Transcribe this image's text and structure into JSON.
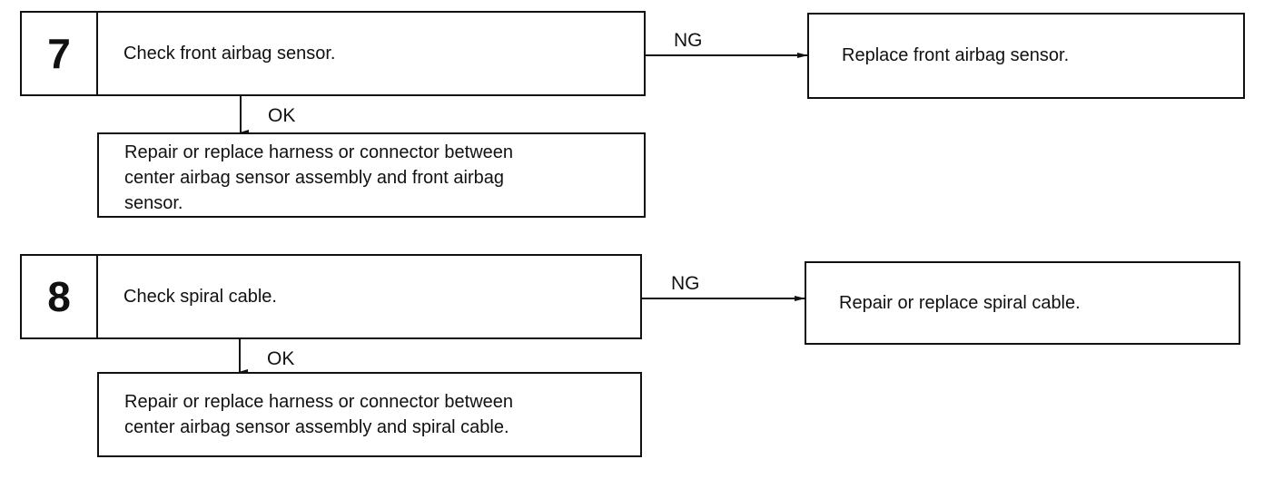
{
  "steps": [
    {
      "number": "7",
      "check": "Check front airbag sensor.",
      "ng_label": "NG",
      "ng_action": "Replace front airbag sensor.",
      "ok_label": "OK",
      "ok_action_lines": [
        "Repair or replace harness or connector between",
        "center airbag sensor assembly and front airbag",
        "sensor."
      ]
    },
    {
      "number": "8",
      "check": "Check spiral cable.",
      "ng_label": "NG",
      "ng_action": "Repair or replace spiral cable.",
      "ok_label": "OK",
      "ok_action_lines": [
        "Repair or replace harness or connector between",
        "center airbag sensor assembly and spiral cable."
      ]
    }
  ],
  "colors": {
    "line": "#111111",
    "background": "#ffffff"
  }
}
